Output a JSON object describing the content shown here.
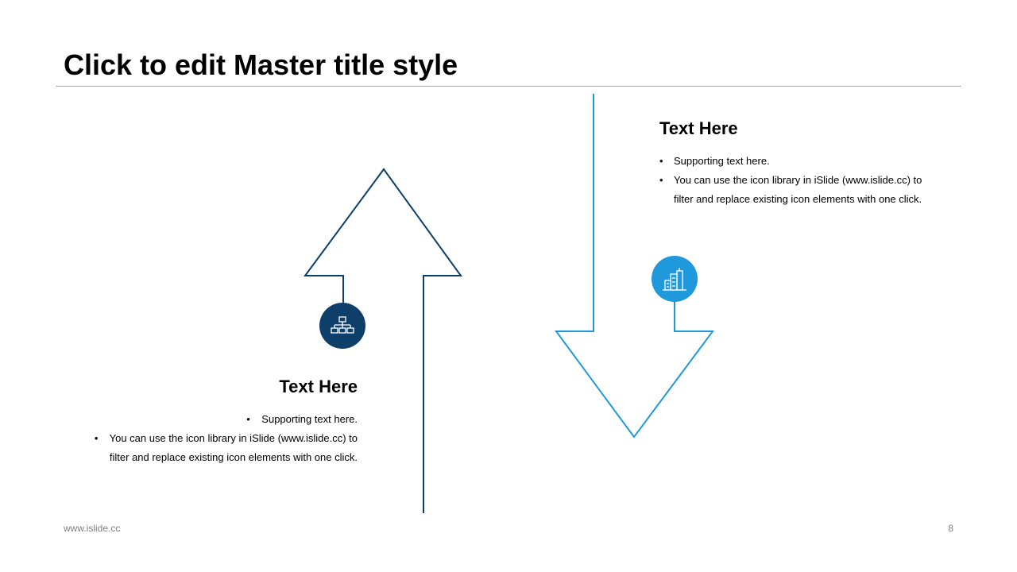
{
  "slide": {
    "title": "Click to edit Master title style",
    "footer_url": "www.islide.cc",
    "page_number": "8"
  },
  "colors": {
    "dark_blue": "#0e3f6b",
    "light_blue": "#1f98dc",
    "rule": "#a6a6a6",
    "footer_text": "#7f7f7f"
  },
  "left_block": {
    "heading": "Text Here",
    "icon": "org-chart-icon",
    "bullet_1": "Supporting text here.",
    "bullet_2a": "You can use the icon library in iSlide  (www.islide.cc) to",
    "bullet_2b": "filter and replace existing icon elements with one click."
  },
  "right_block": {
    "heading": "Text Here",
    "icon": "city-buildings-icon",
    "bullet_1": "Supporting text here.",
    "bullet_2a": "You can use the icon library in iSlide  (www.islide.cc) to",
    "bullet_2b": "filter and replace existing icon elements with one click."
  },
  "bullet_glyph": "•"
}
